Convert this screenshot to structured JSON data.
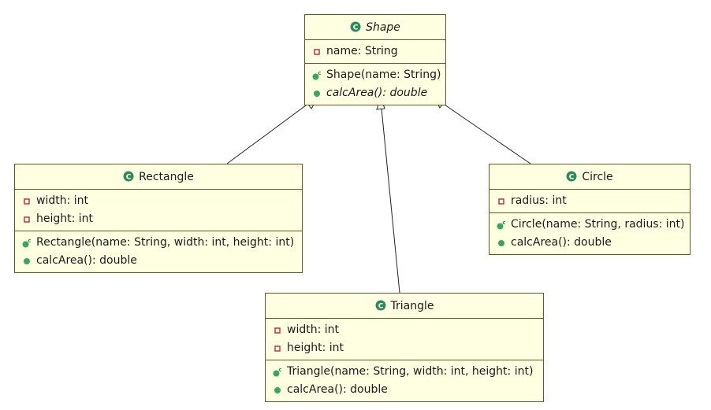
{
  "classes": {
    "shape": {
      "name": "Shape",
      "abstract": true,
      "fields": [
        {
          "text": "name: String",
          "kind": "private-field"
        }
      ],
      "methods": [
        {
          "text": "Shape(name: String)",
          "kind": "constructor"
        },
        {
          "text": "calcArea(): double",
          "kind": "public-method",
          "abstract": true
        }
      ]
    },
    "rectangle": {
      "name": "Rectangle",
      "fields": [
        {
          "text": "width: int",
          "kind": "private-field"
        },
        {
          "text": "height: int",
          "kind": "private-field"
        }
      ],
      "methods": [
        {
          "text": "Rectangle(name: String, width: int, height: int)",
          "kind": "constructor"
        },
        {
          "text": "calcArea(): double",
          "kind": "public-method"
        }
      ]
    },
    "circle": {
      "name": "Circle",
      "fields": [
        {
          "text": "radius: int",
          "kind": "private-field"
        }
      ],
      "methods": [
        {
          "text": "Circle(name: String, radius: int)",
          "kind": "constructor"
        },
        {
          "text": "calcArea(): double",
          "kind": "public-method"
        }
      ]
    },
    "triangle": {
      "name": "Triangle",
      "fields": [
        {
          "text": "width: int",
          "kind": "private-field"
        },
        {
          "text": "height: int",
          "kind": "private-field"
        }
      ],
      "methods": [
        {
          "text": "Triangle(name: String, width: int, height: int)",
          "kind": "constructor"
        },
        {
          "text": "calcArea(): double",
          "kind": "public-method"
        }
      ]
    }
  },
  "relations": [
    {
      "from": "rectangle",
      "to": "shape",
      "type": "generalization"
    },
    {
      "from": "triangle",
      "to": "shape",
      "type": "generalization"
    },
    {
      "from": "circle",
      "to": "shape",
      "type": "generalization"
    }
  ],
  "colors": {
    "box_fill": "#ffffe1",
    "box_border": "#5a5a2a",
    "class_icon": "#2e8b57",
    "method_icon": "#3aa65a",
    "field_icon": "#c0392b",
    "edge": "#222222"
  }
}
